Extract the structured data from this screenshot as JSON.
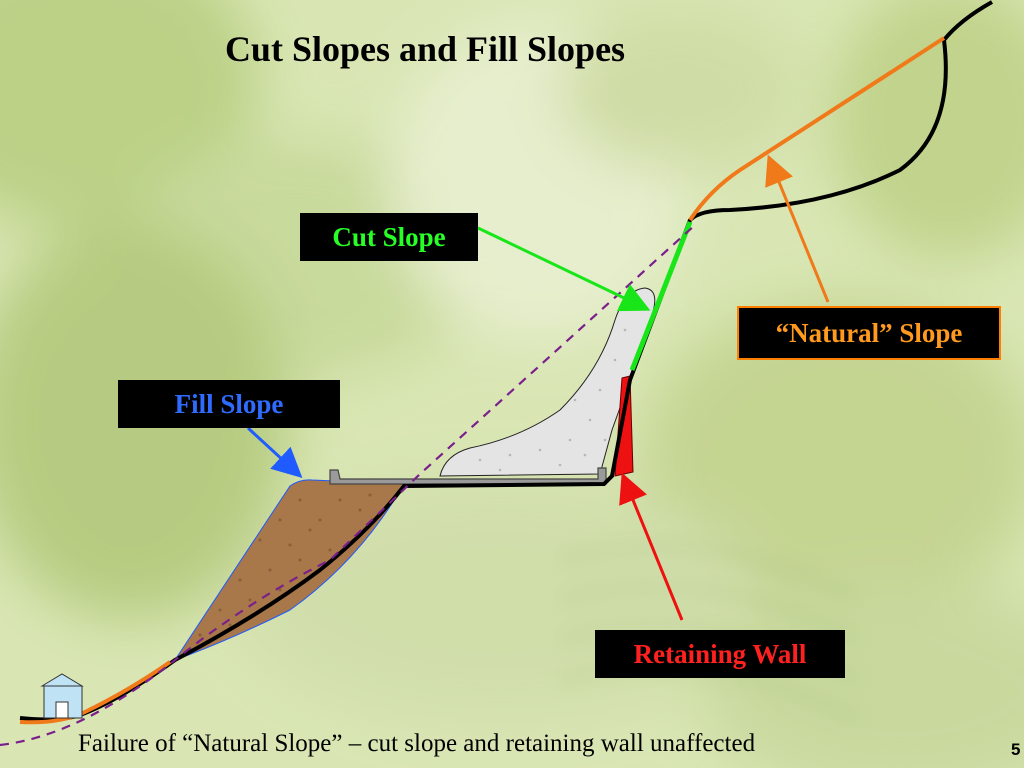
{
  "title": "Cut Slopes and Fill Slopes",
  "labels": {
    "cut_slope": "Cut Slope",
    "fill_slope": "Fill Slope",
    "natural_slope": "“Natural” Slope",
    "retaining_wall": "Retaining Wall"
  },
  "caption": "Failure of “Natural Slope” – cut slope and retaining wall unaffected",
  "page_number": "5",
  "colors": {
    "cut_slope": "#19e619",
    "fill_slope": "#1f5bff",
    "natural_slope": "#f07a1a",
    "retaining_wall": "#ee1111",
    "failure_line": "#7a1f8c",
    "fill_soil": "#a8774a",
    "debris": "#e6e6e6"
  },
  "icons": [
    "house-icon"
  ]
}
